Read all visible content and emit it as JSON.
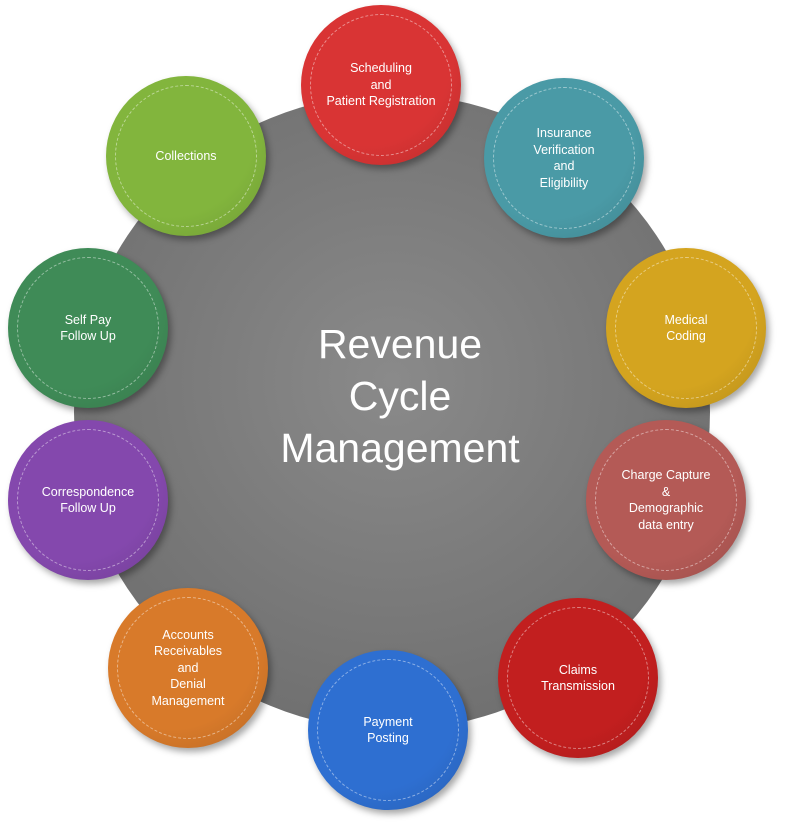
{
  "hub": {
    "title_lines": [
      "Revenue",
      "Cycle",
      "Management"
    ],
    "color": "#7f7f7f"
  },
  "nodes": [
    {
      "id": "scheduling",
      "lines": [
        "Scheduling",
        "and",
        "Patient Registration"
      ],
      "color": "#d93434"
    },
    {
      "id": "insurance",
      "lines": [
        "Insurance",
        "Verification",
        "and",
        "Eligibility"
      ],
      "color": "#4a9aa6"
    },
    {
      "id": "coding",
      "lines": [
        "Medical",
        "Coding"
      ],
      "color": "#d4a41f"
    },
    {
      "id": "charge",
      "lines": [
        "Charge Capture",
        "&",
        "Demographic",
        "data entry"
      ],
      "color": "#b45a56"
    },
    {
      "id": "claims",
      "lines": [
        "Claims",
        "Transmission"
      ],
      "color": "#c21f1f"
    },
    {
      "id": "payment",
      "lines": [
        "Payment",
        "Posting"
      ],
      "color": "#2e6fd1"
    },
    {
      "id": "accounts",
      "lines": [
        "Accounts",
        "Receivables",
        "and",
        "Denial",
        "Management"
      ],
      "color": "#d87a2a"
    },
    {
      "id": "correspondence",
      "lines": [
        "Correspondence",
        "Follow Up"
      ],
      "color": "#8448ad"
    },
    {
      "id": "selfpay",
      "lines": [
        "Self Pay",
        "Follow Up"
      ],
      "color": "#3f8b57"
    },
    {
      "id": "collections",
      "lines": [
        "Collections"
      ],
      "color": "#82b53d"
    }
  ]
}
